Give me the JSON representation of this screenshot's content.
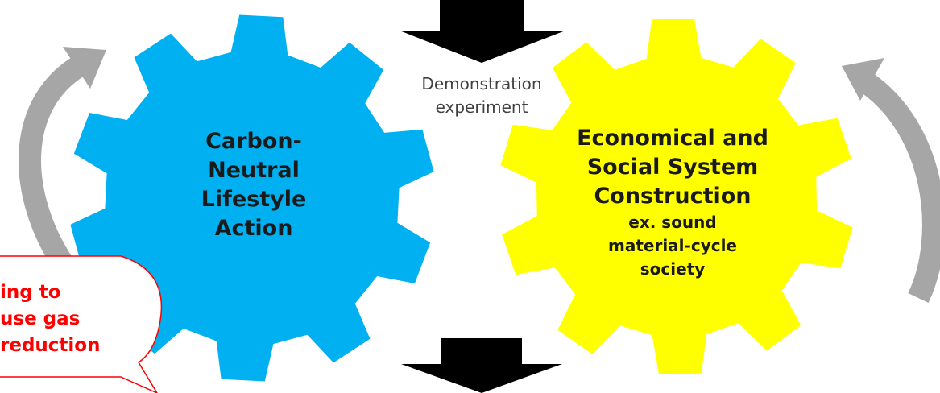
{
  "colors": {
    "gear_left": "#00b0f0",
    "gear_right": "#ffff00",
    "arrow_gray": "#a6a6a6",
    "arrow_black": "#000000",
    "callout_red": "#ff0000"
  },
  "gear_left": {
    "title_lines": [
      "Carbon-",
      "Neutral",
      "Lifestyle",
      "Action"
    ]
  },
  "gear_right": {
    "title_lines": [
      "Economical and",
      "Social System",
      "Construction"
    ],
    "sub_lines": [
      "ex. sound",
      "material-cycle",
      "society"
    ]
  },
  "demonstration": {
    "lines": [
      "Demonstration",
      "experiment"
    ]
  },
  "callout": {
    "lines": [
      "ing to",
      "use gas",
      "reduction"
    ]
  }
}
